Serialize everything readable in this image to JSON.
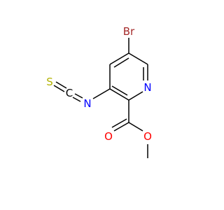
{
  "molecule": {
    "atoms": {
      "br": "Br",
      "n_ring": "N",
      "n_nco": "N",
      "c_nco": "C",
      "s": "S",
      "o_carbonyl": "O",
      "o_ester": "O"
    }
  },
  "colors": {
    "bond": "#000000",
    "carbon": "#000000",
    "nitrogen": "#0000ff",
    "bromine": "#a52a2a",
    "oxygen": "#ff0000",
    "sulfur": "#b2b200"
  }
}
